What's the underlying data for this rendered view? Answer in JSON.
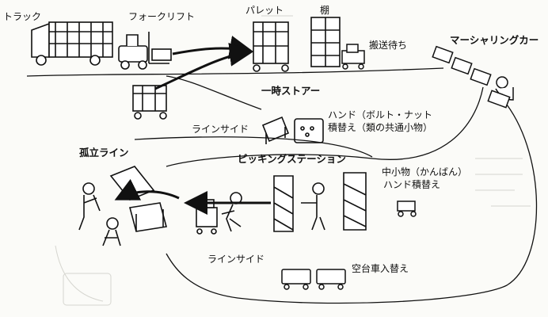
{
  "labels": {
    "truck": "トラック",
    "forklift": "フォークリフト",
    "pallet": "パレット",
    "shelf": "棚",
    "waiting": "搬送待ち",
    "marshalling_car": "マーシャリングカー",
    "temp_store": "一時ストアー",
    "hand_line1": "ハンド（ボルト・ナット",
    "hand_line2": "積替え（類の共通小物）",
    "lineside_top": "ラインサイド",
    "isolated_line": "孤立ライン",
    "picking_station": "ピッキングステーション",
    "medium_line1": "中小物（かんばん）",
    "medium_line2": "ハンド積替え",
    "lineside_bottom": "ラインサイド",
    "empty_cart": "空台車入替え"
  },
  "colors": {
    "ink": "#111111",
    "paper": "#fbfbf8",
    "faint": "#c9c9c4"
  }
}
